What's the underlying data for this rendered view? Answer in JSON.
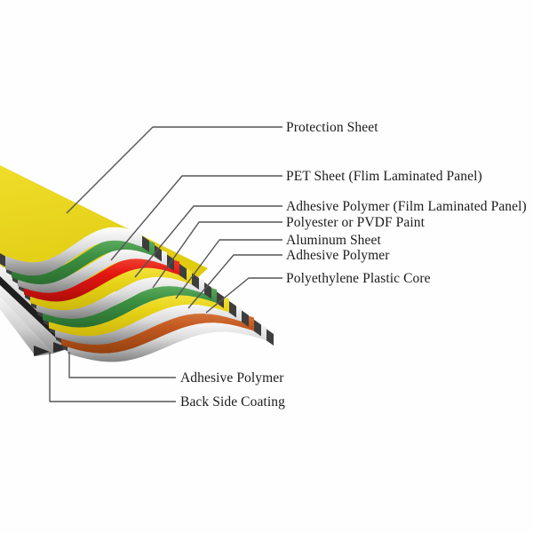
{
  "diagram": {
    "subject": "aluminum-composite-panel-layer-structure",
    "colors": {
      "background": "#fefefe",
      "text": "#1b1b1b",
      "line": "#555555",
      "yellow": "#e8d418",
      "green": "#3d9142",
      "red": "#e51712",
      "orange": "#c2591f",
      "silver": "#c0c0c0",
      "dark_sheet": "#1f1f1f",
      "edge_dark": "#3e3e3e"
    },
    "protection_sheet": {
      "name": "protection-sheet",
      "fill": "yellow"
    },
    "layers": [
      {
        "name": "pet-film-sheen-layer",
        "fill": "silver"
      },
      {
        "name": "pet-sheet-layer",
        "fill": "green"
      },
      {
        "name": "adhesive-polymer-flp-layer",
        "fill": "silver"
      },
      {
        "name": "polyester-pvdf-paint-layer",
        "fill": "red"
      },
      {
        "name": "adhesive-polymer-top-layer",
        "fill": "yellow"
      },
      {
        "name": "aluminum-sheet-top-layer",
        "fill": "silver"
      },
      {
        "name": "pe-core-upper-layer",
        "fill": "green"
      },
      {
        "name": "polyethylene-core-layer",
        "fill": "yellow"
      },
      {
        "name": "aluminum-sheet-bottom-layer",
        "fill": "silver"
      },
      {
        "name": "adhesive-polymer-bottom-layer",
        "fill": "orange"
      },
      {
        "name": "back-side-coating-layer",
        "fill": "silver"
      }
    ],
    "callouts": [
      {
        "label": "Protection Sheet"
      },
      {
        "label": "PET Sheet (Flim Laminated Panel)"
      },
      {
        "label": "Adhesive Polymer (Film Laminated Panel)"
      },
      {
        "label": "Polyester or PVDF Paint"
      },
      {
        "label": "Aluminum Sheet"
      },
      {
        "label": "Adhesive Polymer"
      },
      {
        "label": "Polyethylene Plastic Core"
      },
      {
        "label": "Adhesive Polymer"
      },
      {
        "label": "Back Side Coating"
      }
    ]
  }
}
